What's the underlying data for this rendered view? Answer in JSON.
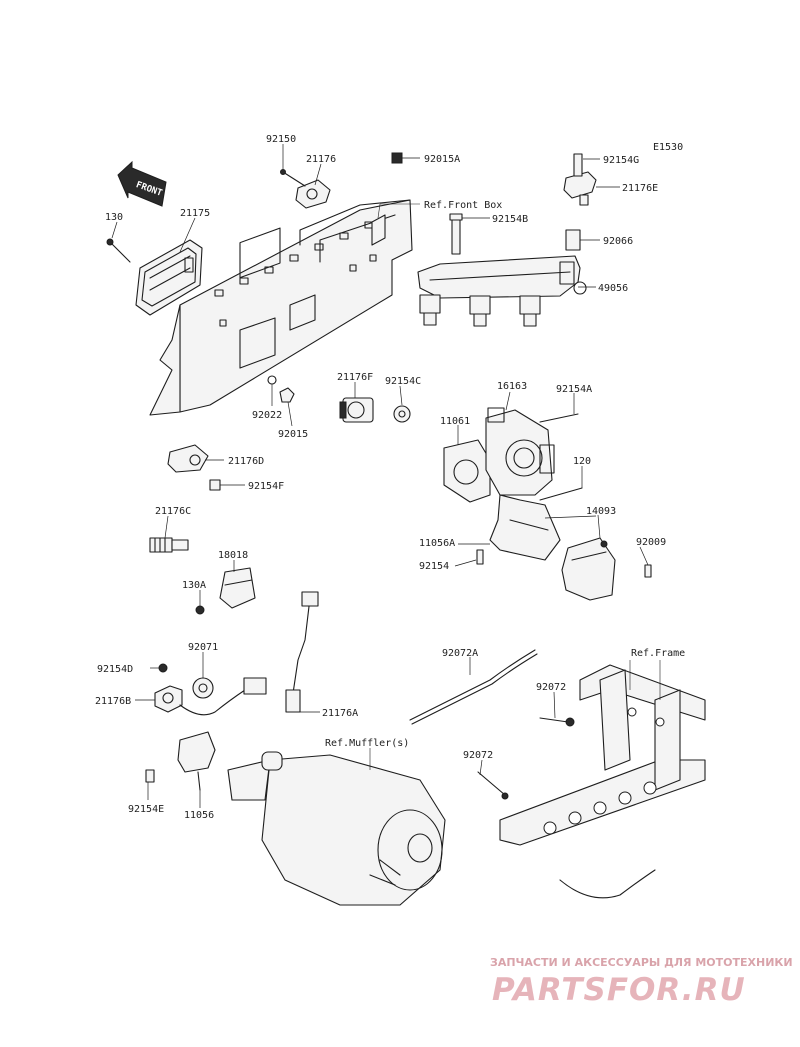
{
  "diagram_code": "E1530",
  "front_arrow": "FRONT",
  "refs": {
    "front_box": "Ref.Front Box",
    "frame": "Ref.Frame",
    "muffler": "Ref.Muffler(s)"
  },
  "parts": {
    "p92150": "92150",
    "p21176": "21176",
    "p92015A": "92015A",
    "p130": "130",
    "p21175": "21175",
    "p92154G": "92154G",
    "p21176E": "21176E",
    "p92154B": "92154B",
    "p92066": "92066",
    "p49056": "49056",
    "p21176F": "21176F",
    "p92154C": "92154C",
    "p16163": "16163",
    "p92154A": "92154A",
    "p11061": "11061",
    "p92022": "92022",
    "p92015": "92015",
    "p21176D": "21176D",
    "p92154F": "92154F",
    "p120": "120",
    "p14093": "14093",
    "p92009": "92009",
    "p21176C": "21176C",
    "p11056A": "11056A",
    "p92154": "92154",
    "p18018": "18018",
    "p130A": "130A",
    "p92072A": "92072A",
    "p92071": "92071",
    "p92154D": "92154D",
    "p21176B": "21176B",
    "p21176A": "21176A",
    "p92072_upper": "92072",
    "p92072_lower": "92072",
    "p92154E": "92154E",
    "p11056": "11056"
  },
  "watermark": {
    "tagline": "ЗАПЧАСТИ И АКСЕССУАРЫ ДЛЯ МОТОТЕХНИКИ",
    "brand": "PARTSFOR.RU"
  }
}
